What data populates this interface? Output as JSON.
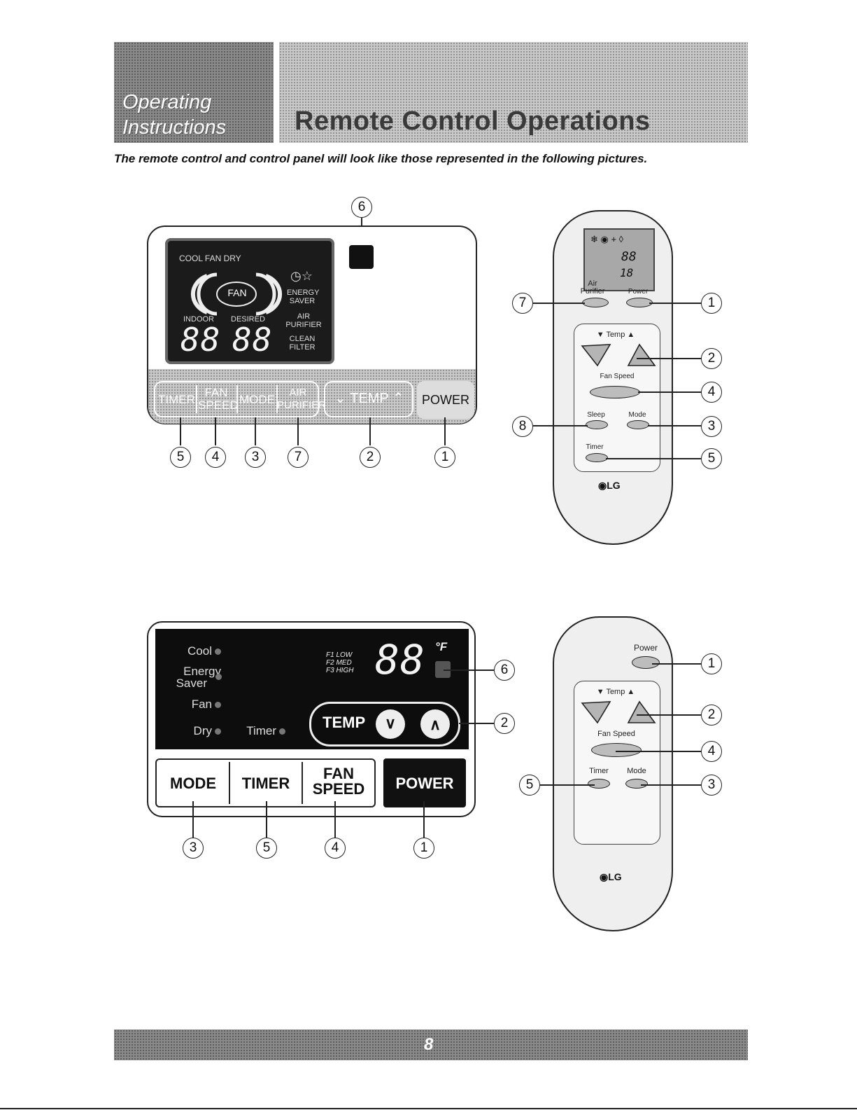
{
  "header": {
    "section_line1": "Operating",
    "section_line2": "Instructions",
    "title": "Remote Control Operations"
  },
  "intro": "The remote control and control panel will look like those represented in the following pictures.",
  "panel1": {
    "modes": "COOL  FAN  DRY",
    "fan_label": "FAN",
    "energy_saver": [
      "ENERGY",
      "SAVER"
    ],
    "air_purifier": [
      "AIR",
      "PURIFIER"
    ],
    "clean_filter": [
      "CLEAN",
      "FILTER"
    ],
    "indoor": "INDOOR",
    "desired": "DESIRED",
    "digits": "88",
    "buttons": {
      "timer": "TIMER",
      "fan_speed": [
        "FAN",
        "SPEED"
      ],
      "mode": "MODE",
      "air_purifier": [
        "AIR",
        "PURIFIER"
      ],
      "temp": "TEMP",
      "power": "POWER"
    },
    "callouts_bottom": [
      "5",
      "4",
      "3",
      "7",
      "2",
      "1"
    ],
    "callout_top": "6"
  },
  "remote1": {
    "air_purifier": [
      "Air",
      "Purifier"
    ],
    "power": "Power",
    "temp": "Temp",
    "fan_speed": "Fan Speed",
    "sleep": "Sleep",
    "mode": "Mode",
    "timer": "Timer",
    "brand": "LG",
    "lcd_digits": "88",
    "lcd_digits2": "18",
    "callouts": [
      "7",
      "1",
      "2",
      "4",
      "8",
      "3",
      "5"
    ]
  },
  "panel2": {
    "cool": "Cool",
    "energy": "Energy",
    "saver": "Saver",
    "fan": "Fan",
    "dry": "Dry",
    "timer_ind": "Timer",
    "f1": "F1 LOW",
    "f2": "F2 MED",
    "f3": "F3 HIGH",
    "digits": "88",
    "unit": "°F",
    "temp": "TEMP",
    "buttons": {
      "mode": "MODE",
      "timer": "TIMER",
      "fan": "FAN",
      "speed": "SPEED",
      "power": "POWER"
    },
    "callouts": [
      "6",
      "2",
      "3",
      "5",
      "4",
      "1"
    ]
  },
  "remote2": {
    "power": "Power",
    "temp": "Temp",
    "fan_speed": "Fan Speed",
    "timer": "Timer",
    "mode": "Mode",
    "brand": "LG",
    "callouts": [
      "1",
      "2",
      "4",
      "5",
      "3"
    ]
  },
  "footer": {
    "page_number": "8"
  }
}
